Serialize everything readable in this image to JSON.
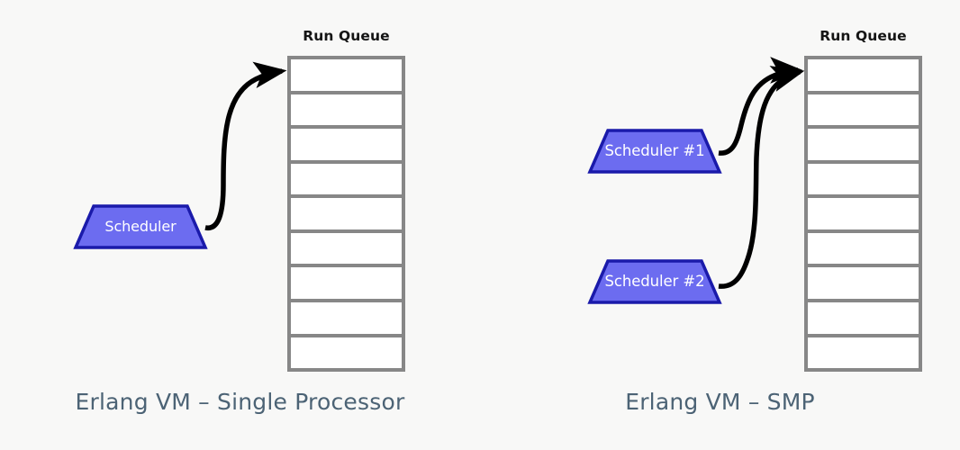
{
  "figure": {
    "background_color": "#f8f8f7",
    "panels": [
      {
        "id": "single-processor",
        "caption": "Erlang VM – Single Processor",
        "queue": {
          "title": "Run Queue",
          "cell_count": 9,
          "cells": [
            "",
            "",
            "",
            "",
            "",
            "",
            "",
            "",
            ""
          ],
          "border_color": "#878787",
          "fill_color": "#ffffff"
        },
        "schedulers": [
          {
            "label": "Scheduler",
            "fill_color": "#6c6cf0",
            "border_color": "#1a1aaa",
            "text_color": "#ffffff"
          }
        ],
        "arrows": [
          {
            "from": "Scheduler",
            "to": "Run Queue cell 1",
            "color": "#000000"
          }
        ]
      },
      {
        "id": "smp",
        "caption": "Erlang VM – SMP",
        "queue": {
          "title": "Run Queue",
          "cell_count": 9,
          "cells": [
            "",
            "",
            "",
            "",
            "",
            "",
            "",
            "",
            ""
          ],
          "border_color": "#878787",
          "fill_color": "#ffffff"
        },
        "schedulers": [
          {
            "label": "Scheduler #1",
            "fill_color": "#6c6cf0",
            "border_color": "#1a1aaa",
            "text_color": "#ffffff"
          },
          {
            "label": "Scheduler #2",
            "fill_color": "#6c6cf0",
            "border_color": "#1a1aaa",
            "text_color": "#ffffff"
          }
        ],
        "arrows": [
          {
            "from": "Scheduler #1",
            "to": "Run Queue cell 1",
            "color": "#000000"
          },
          {
            "from": "Scheduler #2",
            "to": "Run Queue cell 1",
            "color": "#000000"
          }
        ]
      }
    ],
    "caption_color": "#4c6375",
    "title_color": "#151515"
  }
}
